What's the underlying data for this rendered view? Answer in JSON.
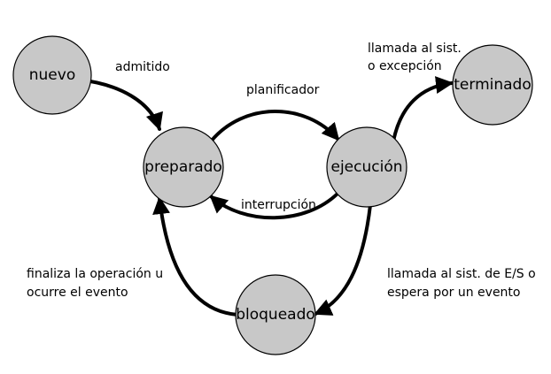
{
  "states": {
    "nuevo": "nuevo",
    "preparado": "preparado",
    "ejecucion": "ejecución",
    "terminado": "terminado",
    "bloqueado": "bloqueado"
  },
  "transitions": {
    "admitido": "admitido",
    "planificador": "planificador",
    "interrupcion": "interrupción",
    "terminar_line1": "llamada al sist.",
    "terminar_line2": "o excepción",
    "esperar_line1": "llamada al sist. de E/S o",
    "esperar_line2": "espera por un evento",
    "despertar_line1": "finaliza la operación u",
    "despertar_line2": "ocurre el evento"
  },
  "colors": {
    "state_fill": "#c8c8c8",
    "stroke": "#000000",
    "background": "#ffffff"
  }
}
